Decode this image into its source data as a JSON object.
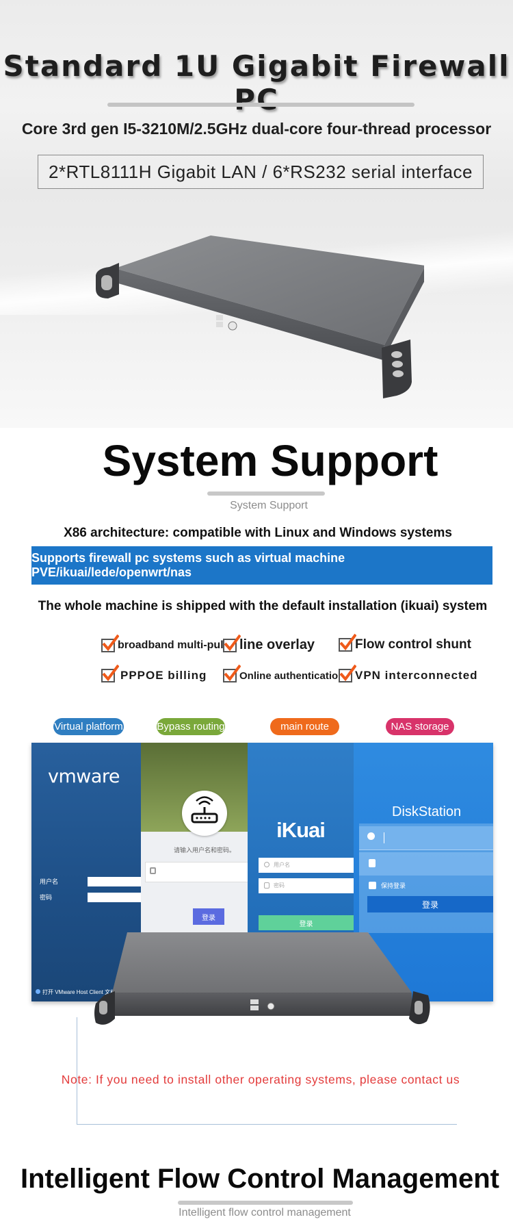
{
  "hero": {
    "title": "Standard 1U Gigabit Firewall PC",
    "subtitle": "Core 3rd gen I5-3210M/2.5GHz dual-core four-thread processor",
    "boxed_spec": "2*RTL8111H Gigabit LAN / 6*RS232 serial interface"
  },
  "system_support": {
    "title": "System Support",
    "subtitle": "System Support",
    "x86_line": "X86 architecture: compatible with Linux and Windows systems",
    "blue_band": "Supports firewall pc systems such as virtual machine PVE/ikuai/lede/openwrt/nas",
    "shipped_line": "The whole machine is shipped with the default installation (ikuai) system",
    "features": [
      "broadband multi-pull",
      "line overlay",
      "Flow control shunt",
      "PPPOE billing",
      "Online authentication",
      "VPN interconnected"
    ]
  },
  "platforms": {
    "pills": [
      {
        "label": "Virtual platform",
        "color": "#2f7ec1"
      },
      {
        "label": "Bypass routing",
        "color": "#7aa83a"
      },
      {
        "label": "main route",
        "color": "#ef6a1c"
      },
      {
        "label": "NAS storage",
        "color": "#d8336a"
      }
    ],
    "vmware": {
      "logo": "vmware",
      "username_label": "用户名",
      "password_label": "密码",
      "footer": "打开 VMware Host Client 文档"
    },
    "router": {
      "prompt": "请输入用户名和密码。",
      "login": "登录"
    },
    "ikuai": {
      "logo": "iKuai",
      "username_placeholder": "用户名",
      "password_placeholder": "密码",
      "login": "登录"
    },
    "diskstation": {
      "title": "DiskStation",
      "remember": "保持登录",
      "login": "登录"
    }
  },
  "note": "Note: If you need to install other operating systems, please contact us",
  "flow_control": {
    "title": "Intelligent Flow Control Management",
    "subtitle": "Intelligent flow control management"
  }
}
